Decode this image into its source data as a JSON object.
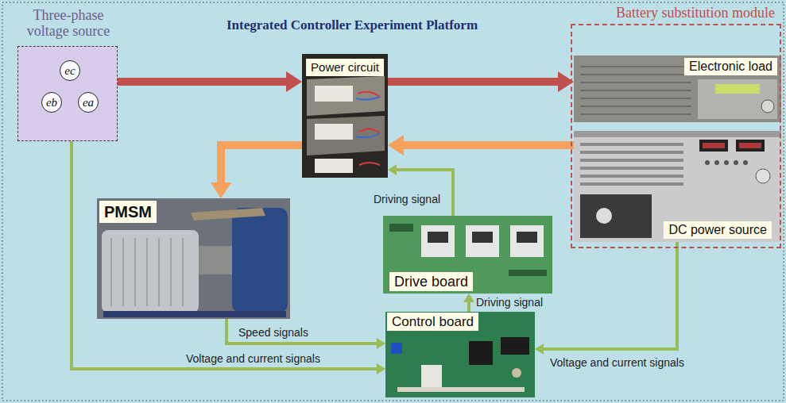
{
  "diagram": {
    "title": "Integrated Controller Experiment Platform",
    "nodes": [
      {
        "text": [
          "Three-phase voltage source"
        ]
      },
      {
        "text": [
          "ec"
        ],
        "in": 0
      },
      {
        "text": [
          "eb"
        ],
        "in": 0
      },
      {
        "text": [
          "ea"
        ],
        "in": 0
      },
      {
        "text": [
          "Power circuit"
        ]
      },
      {
        "text": [
          "Battery substitution module"
        ]
      },
      {
        "text": [
          "Electronic load"
        ],
        "in": 5
      },
      {
        "text": [
          "DC power source"
        ],
        "in": 5
      },
      {
        "text": [
          "PMSM"
        ]
      },
      {
        "text": [
          "Drive board"
        ]
      },
      {
        "text": [
          "Control board"
        ]
      }
    ],
    "edges": [
      {
        "from": 0,
        "to": 4,
        "arrow": "to"
      },
      {
        "from": 4,
        "to": 6,
        "arrow": "to"
      },
      {
        "from": 7,
        "to": 4,
        "arrow": "to"
      },
      {
        "from": 4,
        "to": 8,
        "arrow": "to"
      },
      {
        "from": 9,
        "to": 4,
        "label": "Driving signal",
        "arrow": "to"
      },
      {
        "from": 10,
        "to": 9,
        "label": "Driving signal",
        "arrow": "to"
      },
      {
        "from": 8,
        "to": 10,
        "label": "Speed signals",
        "arrow": "to"
      },
      {
        "from": 0,
        "to": 10,
        "label": "Voltage and current signals",
        "arrow": "to"
      },
      {
        "from": 7,
        "to": 10,
        "label": "Voltage and current signals",
        "arrow": "to"
      }
    ]
  }
}
